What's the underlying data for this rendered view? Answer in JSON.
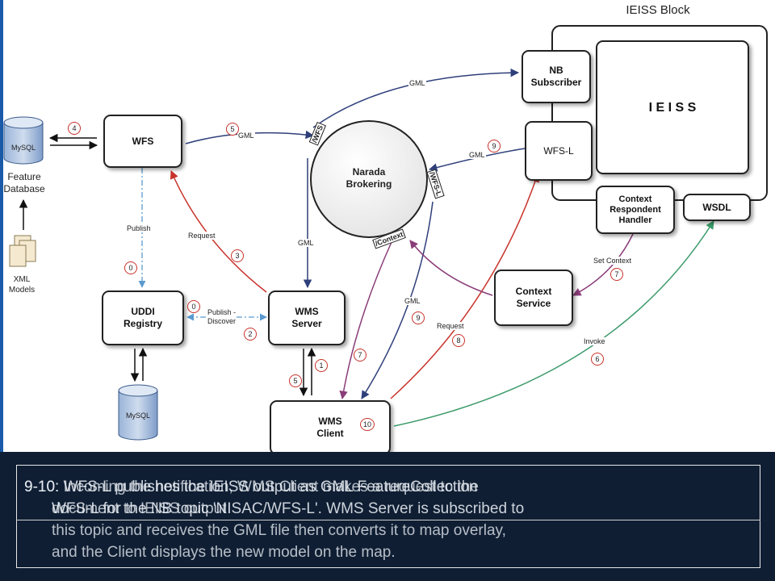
{
  "block_title": "IEISS Block",
  "boxes": {
    "wfs": "WFS",
    "uddi": "UDDI\nRegistry",
    "wms_server": "WMS\nServer",
    "wms_client": "WMS\nClient",
    "nb_subscriber": "NB\nSubscriber",
    "wfs_l": "WFS-L",
    "ieiss": "I E I S S",
    "context_handler": "Context\nRespondent\nHandler",
    "wsdl": "WSDL",
    "context_service": "Context\nService",
    "narada": "Narada\nBrokering"
  },
  "side": {
    "mysql_top": "MySQL",
    "feature_database": "Feature\nDatabase",
    "xml_models": "XML\nModels",
    "mysql_bottom": "MySQL"
  },
  "broker_tags": {
    "wfs_tag": "/WFS",
    "wfs_l_tag": "/WFS-L",
    "context_tag": "/Context"
  },
  "edge_labels": {
    "gml_nb": "GML",
    "gml_wfs": "GML",
    "gml_wfsl": "GML",
    "gml_broker_wms": "GML",
    "gml_broker_client": "GML",
    "publish": "Publish",
    "request_wfs": "Request",
    "publish_discover": "Publish -\nDiscover",
    "request_client": "Request",
    "set_context": "Set Context",
    "invoke": "Invoke"
  },
  "step_numbers": {
    "n4": "4",
    "n5_gml": "5",
    "n9_wfsl": "9",
    "n0_publish": "0",
    "n3": "3",
    "n0_uddi": "0",
    "n2": "2",
    "n1": "1",
    "n5_client": "5",
    "n7_client": "7",
    "n9_broker": "9",
    "n8": "8",
    "n7_context": "7",
    "n6": "6",
    "n10": "10"
  },
  "caption": {
    "back_line1": "9-10: WFS-L publishes the IEISS output as GML FeatureCollection",
    "back_line2": "WFS-L for the NB topic 'NISAC/WFS-L'. WMS Server is subscribed to",
    "front_line1": "9-10: Incoming the notification, WMS Client makes a request to the",
    "front_line2": "document to IEISS output",
    "body_line1": "this topic and receives the GML file then converts it to map overlay,",
    "body_line2": "and the Client displays the new model on the map."
  },
  "colors": {
    "red": "#c8322a",
    "purple": "#8a3c78",
    "navy": "#2e3f7a",
    "green": "#3c9a6a",
    "blue_dash": "#5a9ad0",
    "footer": "#0f1e33"
  }
}
